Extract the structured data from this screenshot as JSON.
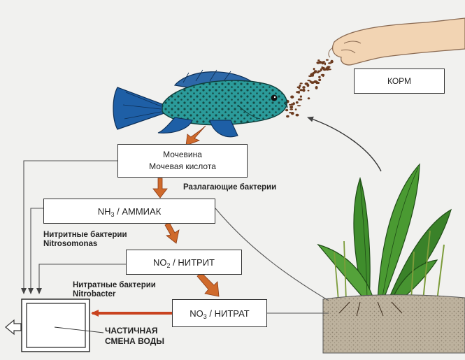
{
  "boxes": {
    "feed": "КОРМ",
    "urea_line1": "Мочевина",
    "urea_line2": "Мочевая кислота",
    "ammonia_formula": "NH",
    "ammonia_sub": "3",
    "ammonia_name": " / АММИАК",
    "nitrite_formula": "NO",
    "nitrite_sub": "2",
    "nitrite_name": " / НИТРИТ",
    "nitrate_formula": "NO",
    "nitrate_sub": "3",
    "nitrate_name": " / НИТРАТ"
  },
  "labels": {
    "decomposers": "Разлагающие бактерии",
    "nitrite_bacteria_line1": "Нитритные бактерии",
    "nitrite_bacteria_line2": "Nitrosomonas",
    "nitrate_bacteria_line1": "Нитратные бактерии",
    "nitrate_bacteria_line2": "Nitrobacter",
    "water_change_line1": "ЧАСТИЧНАЯ",
    "water_change_line2": "СМЕНА ВОДЫ"
  },
  "colors": {
    "background": "#f1f1ef",
    "fish_body": "#2b9b9a",
    "fish_fin": "#1e5fa6",
    "arrow_orange": "#cf6a2c",
    "arrow_red": "#c9431f",
    "line": "#555555",
    "plant": "#3f8d2c",
    "soil": "#b9ad98",
    "hand": "#f2d4b3"
  },
  "icons": {
    "fish": "fish-illustration",
    "hand": "hand-sprinkling-food",
    "plant": "aquatic-plant",
    "tank": "tank-square-icon"
  }
}
